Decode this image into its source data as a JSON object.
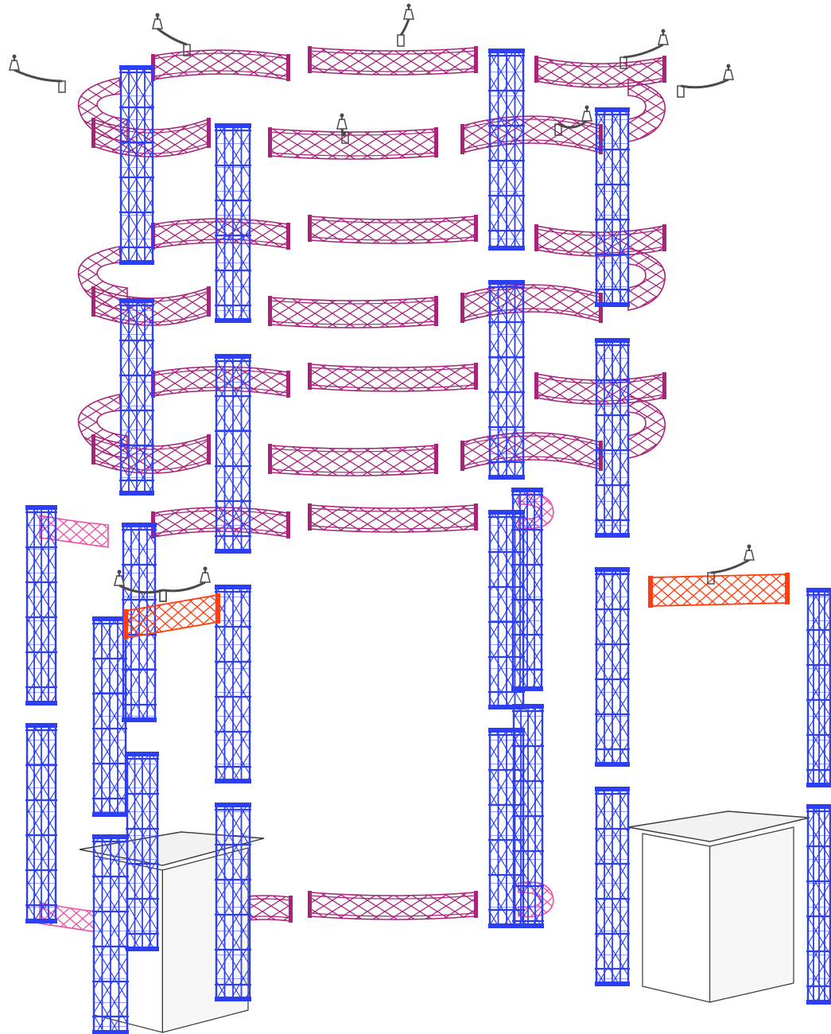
{
  "diagram": {
    "kind": "exploded truss booth assembly",
    "background": "#ffffff",
    "colors": {
      "vertical_truss": "#2d3ff5",
      "curved_truss": "#a8237a",
      "corner_truss": "#ee4fa6",
      "straight_truss": "#ff3d0f",
      "spotlight": "#4a4a4a",
      "counter": "#3a3a3a",
      "panel": "#f2f2f2"
    },
    "parts": {
      "ring_tiers": 3,
      "base_arc": 1,
      "vertical_truss_columns": 24,
      "spotlights": 10,
      "straight_truss_beams": 2,
      "corner_truss_pieces": 4,
      "counters": 2
    }
  }
}
